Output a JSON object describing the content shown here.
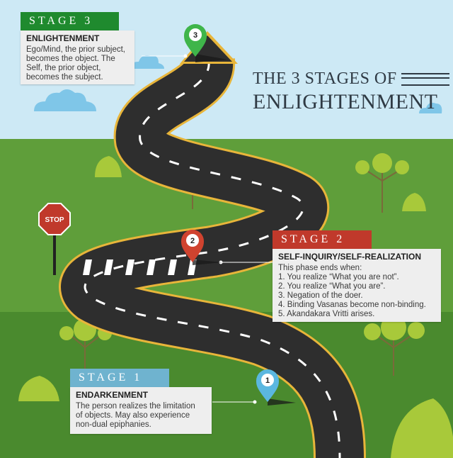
{
  "title": {
    "line1": "THE 3 STAGES OF",
    "line2": "ENLIGHTENMENT"
  },
  "stop_sign": {
    "label": "STOP"
  },
  "stages": [
    {
      "tab": "STAGE 1",
      "marker": "1",
      "heading": "ENDARKENMENT",
      "lines": [
        "The person realizes the limitation",
        "of objects. May also experience",
        "non-dual epiphanies."
      ]
    },
    {
      "tab": "STAGE 2",
      "marker": "2",
      "heading": "SELF-INQUIRY/SELF-REALIZATION",
      "lines": [
        "This phase ends when:",
        "1. You realize “What you are not”.",
        "2. You realize “What you are”.",
        "3. Negation of the doer.",
        "4. Binding Vasanas become non-binding.",
        "5. Akandakara Vritti arises."
      ]
    },
    {
      "tab": "STAGE 3",
      "marker": "3",
      "heading": "ENLIGHTENMENT",
      "lines": [
        "Ego/Mind, the prior subject,",
        "becomes the object. The",
        "Self, the prior object,",
        "becomes the subject."
      ]
    }
  ],
  "colors": {
    "sky": "#cde9f5",
    "grass": "#5f9e3a",
    "grass_dark": "#4a8a2e",
    "road": "#2e2e2e",
    "stage1": "#6fb3cf",
    "stage2": "#c0392b",
    "stage3": "#1f8a2e",
    "pin1": "#5bb7e0",
    "pin2": "#d0432f",
    "pin3": "#3fb54a"
  },
  "icons": [
    "stop-sign-icon",
    "map-pin-icon",
    "tree-icon",
    "bush-icon",
    "cloud-icon",
    "arrow-up-icon"
  ]
}
